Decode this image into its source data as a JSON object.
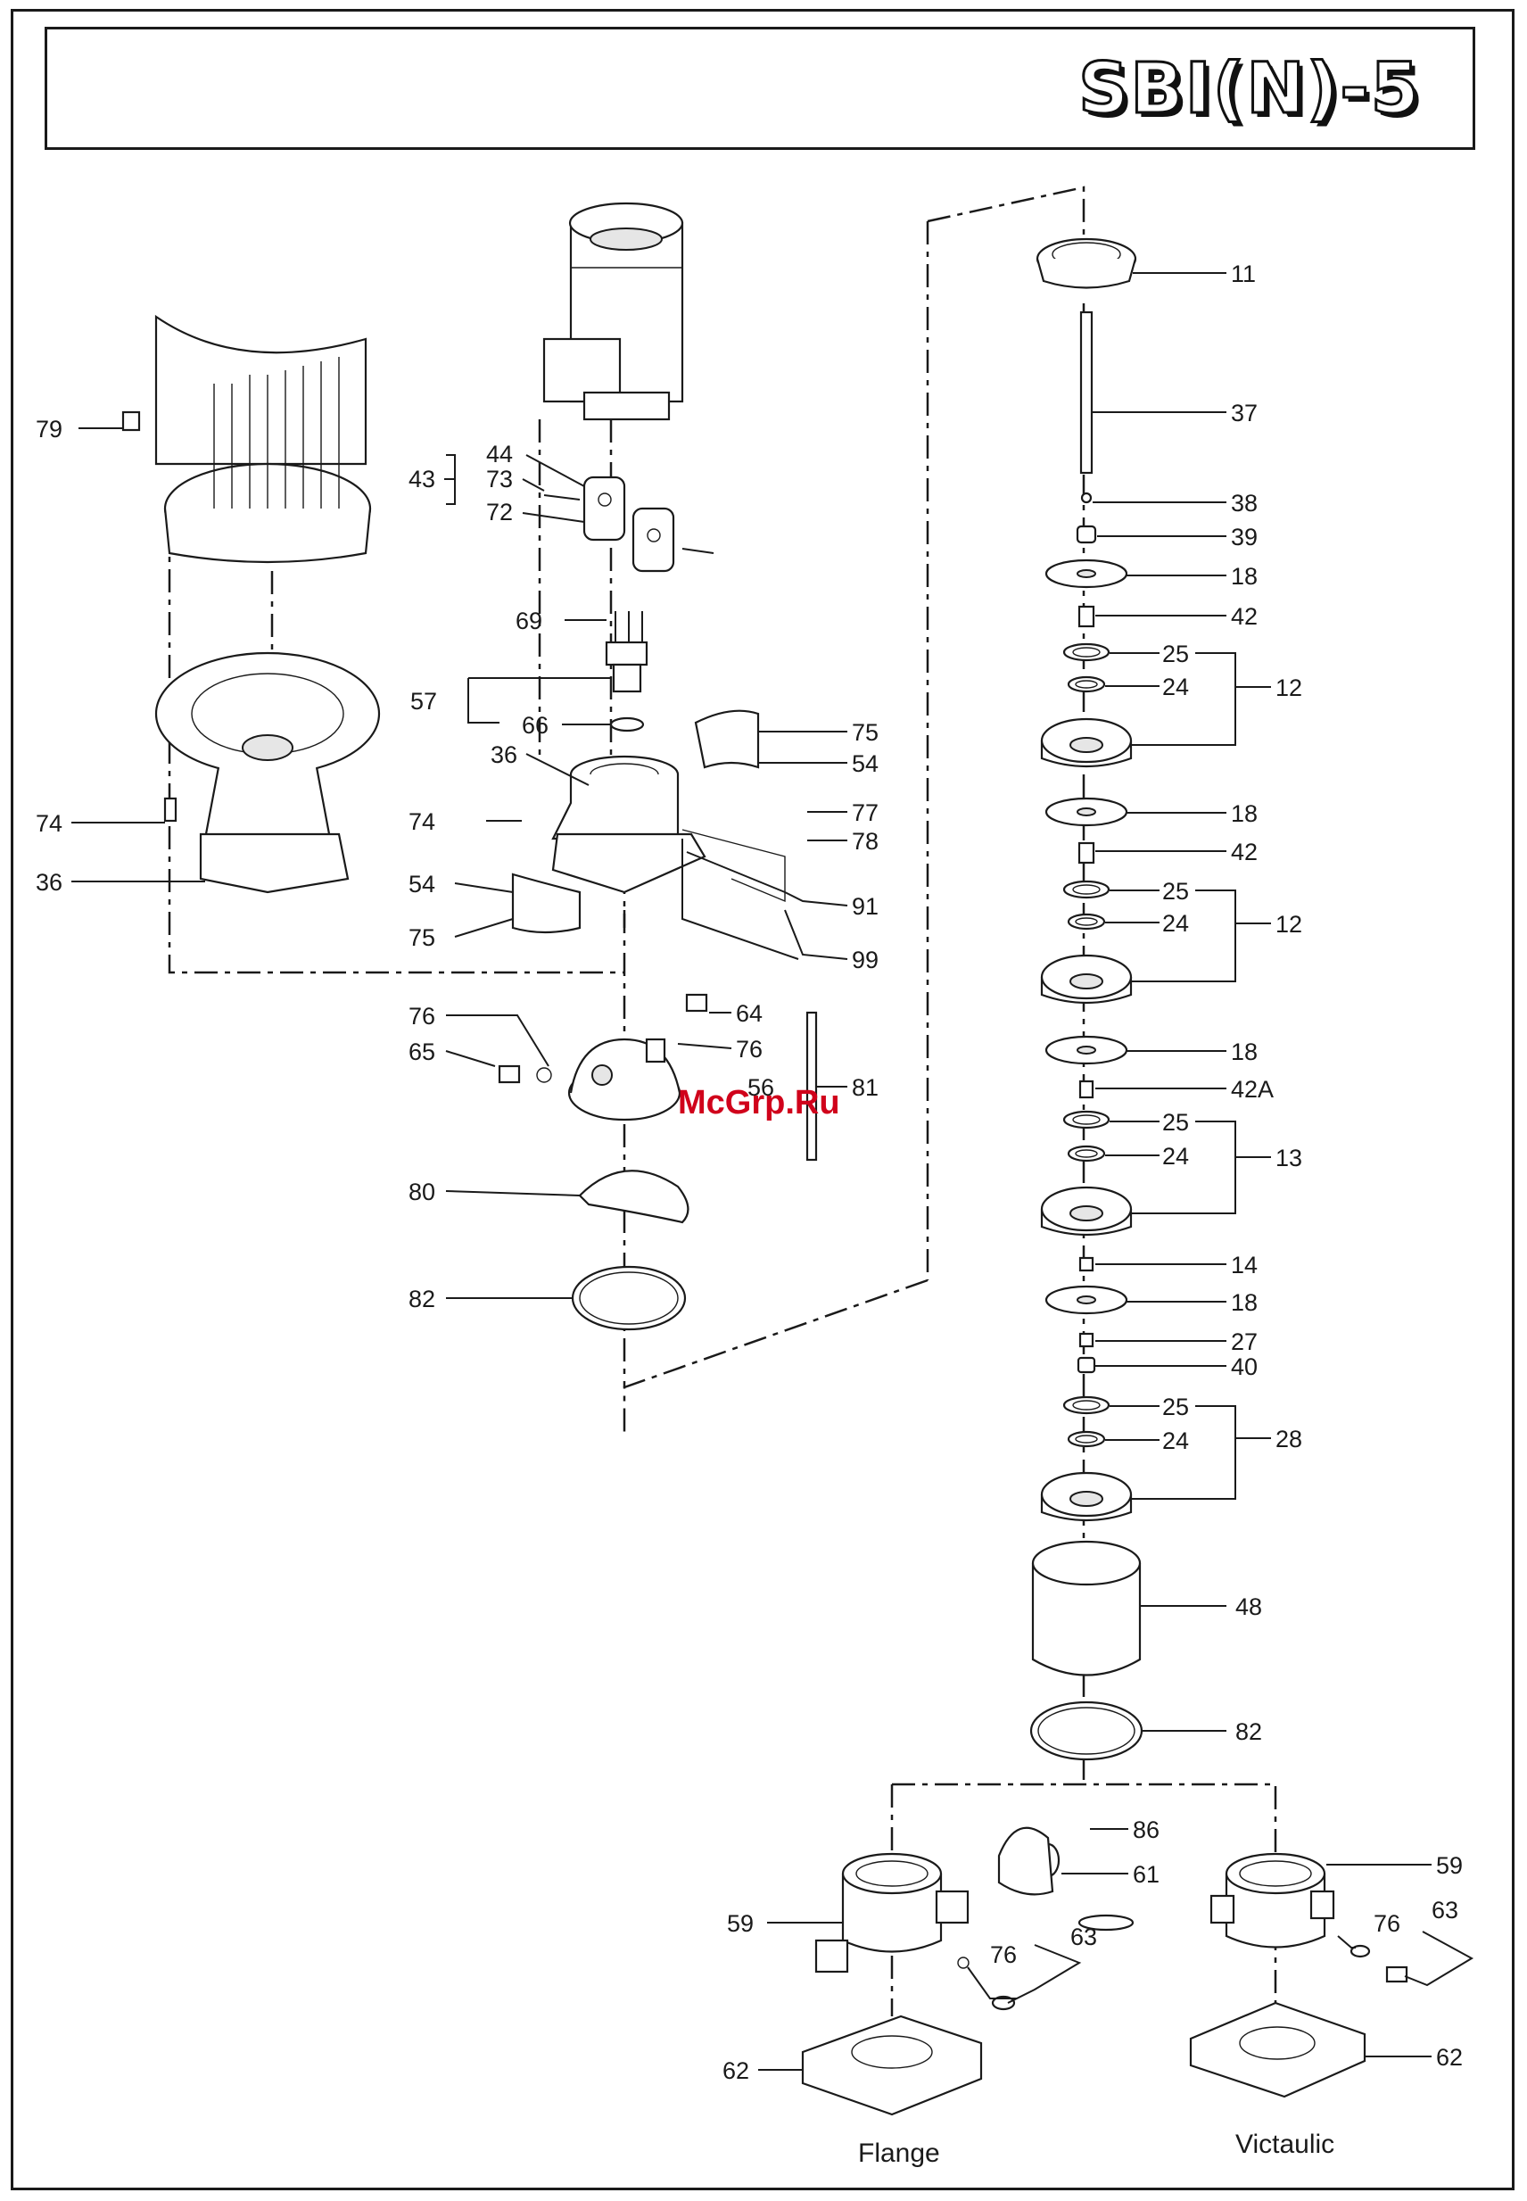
{
  "title": "SBI(N)-5",
  "watermark": "McGrp.Ru",
  "variants": {
    "flange": "Flange",
    "victaulic": "Victaulic"
  },
  "callouts": [
    "11",
    "37",
    "38",
    "39",
    "18",
    "42",
    "25",
    "24",
    "12",
    "18",
    "42",
    "25",
    "24",
    "12",
    "18",
    "42A",
    "25",
    "24",
    "13",
    "14",
    "18",
    "27",
    "40",
    "25",
    "24",
    "28",
    "48",
    "82",
    "86",
    "61",
    "59",
    "76",
    "63",
    "62",
    "59",
    "76",
    "63",
    "62",
    "79",
    "43",
    "44",
    "73",
    "72",
    "69",
    "57",
    "66",
    "36",
    "74",
    "54",
    "75",
    "75",
    "54",
    "77",
    "78",
    "91",
    "99",
    "74",
    "36",
    "76",
    "65",
    "64",
    "76",
    "56",
    "81",
    "80",
    "82"
  ]
}
